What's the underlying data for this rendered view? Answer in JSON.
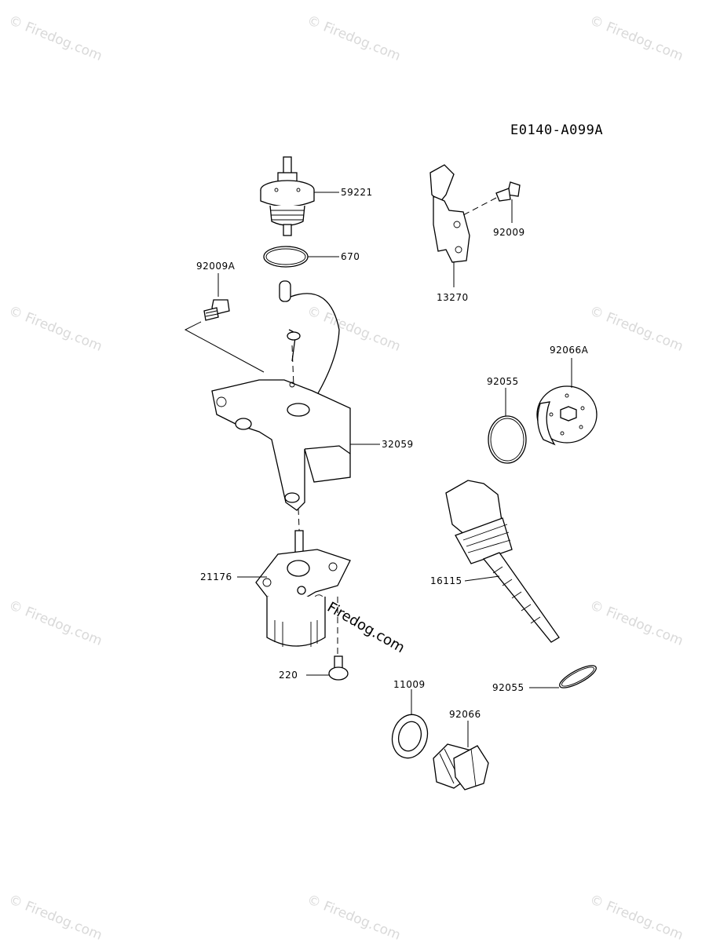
{
  "diagram_code": "E0140-A099A",
  "watermark_text": "© Firedog.com",
  "parts": [
    {
      "id": "59221",
      "label": "59221"
    },
    {
      "id": "670",
      "label": "670"
    },
    {
      "id": "92009A",
      "label": "92009A"
    },
    {
      "id": "32059",
      "label": "32059"
    },
    {
      "id": "21176",
      "label": "21176"
    },
    {
      "id": "220",
      "label": "220"
    },
    {
      "id": "13270",
      "label": "13270"
    },
    {
      "id": "92009",
      "label": "92009"
    },
    {
      "id": "92066A",
      "label": "92066A"
    },
    {
      "id": "92055a",
      "label": "92055"
    },
    {
      "id": "16115",
      "label": "16115"
    },
    {
      "id": "92055b",
      "label": "92055"
    },
    {
      "id": "11009",
      "label": "11009"
    },
    {
      "id": "92066",
      "label": "92066"
    }
  ]
}
